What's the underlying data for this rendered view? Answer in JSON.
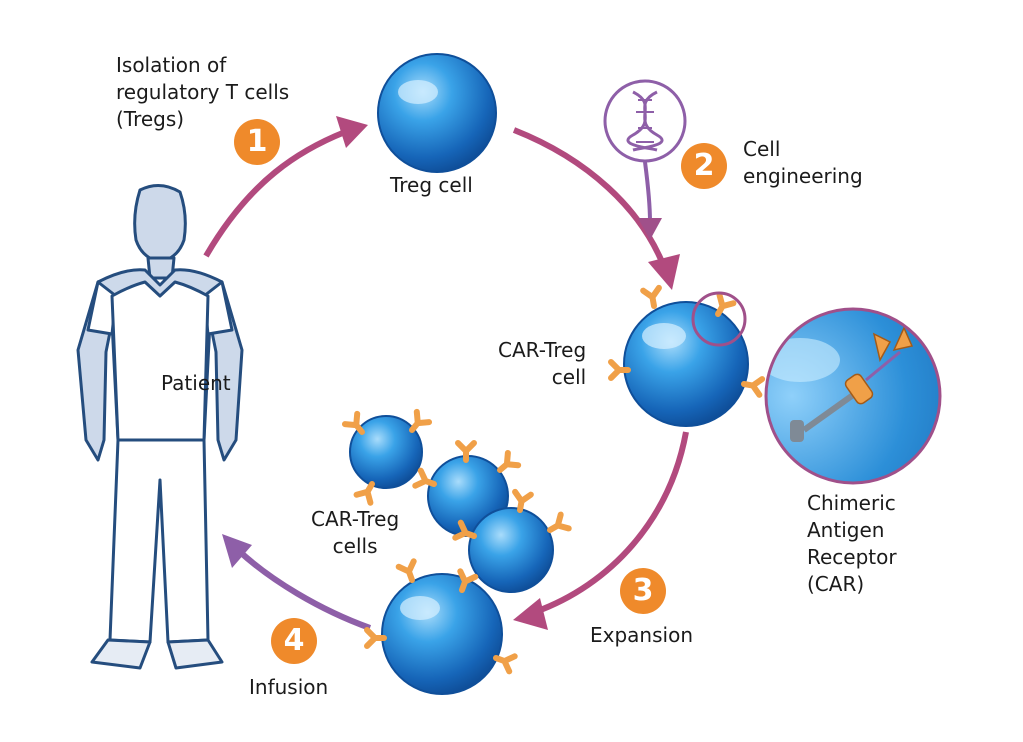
{
  "steps": [
    {
      "number": "1",
      "label_lines": [
        "Isolation of",
        "regulatory T cells",
        "(Tregs)"
      ]
    },
    {
      "number": "2",
      "label_lines": [
        "Cell",
        "engineering"
      ]
    },
    {
      "number": "3",
      "label_lines": [
        "Expansion"
      ]
    },
    {
      "number": "4",
      "label_lines": [
        "Infusion"
      ]
    }
  ],
  "labels": {
    "patient": "Patient",
    "treg_cell": "Treg cell",
    "car_treg_cell_lines": [
      "CAR-Treg",
      "cell"
    ],
    "car_treg_cells_lines": [
      "CAR-Treg",
      "cells"
    ],
    "car_lines": [
      "Chimeric",
      "Antigen",
      "Receptor",
      "(CAR)"
    ]
  },
  "colors": {
    "step_badge": "#ef8a2b",
    "arrow_magenta": "#b24a7e",
    "arrow_purple": "#8e5fa8",
    "cell_blue": "#2c8fd8",
    "receptor_orange": "#f0a048",
    "patient_fill": "#cdd9ea",
    "outline": "#254d7e"
  },
  "icons": {
    "dna": "dna-helix-icon",
    "patient": "person-figure"
  }
}
